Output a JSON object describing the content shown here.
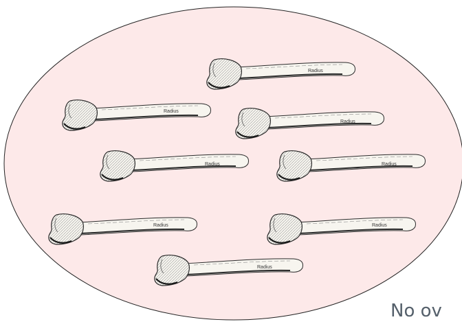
{
  "bone_label": "Radius",
  "caption": "No ov",
  "colors": {
    "set_fill": "#fde9e9",
    "set_stroke": "#222222",
    "bone_fill": "#f7f5ef",
    "bone_shade": "#2a2a2a",
    "caption": "#55606b"
  },
  "bones": [
    {
      "id": "bone-1",
      "label": "Radius"
    },
    {
      "id": "bone-2",
      "label": "Radius"
    },
    {
      "id": "bone-3",
      "label": "Radius"
    },
    {
      "id": "bone-4",
      "label": "Radius"
    },
    {
      "id": "bone-5",
      "label": "Radius"
    },
    {
      "id": "bone-6",
      "label": "Radius"
    },
    {
      "id": "bone-7",
      "label": "Radius"
    },
    {
      "id": "bone-8",
      "label": "Radius"
    }
  ]
}
